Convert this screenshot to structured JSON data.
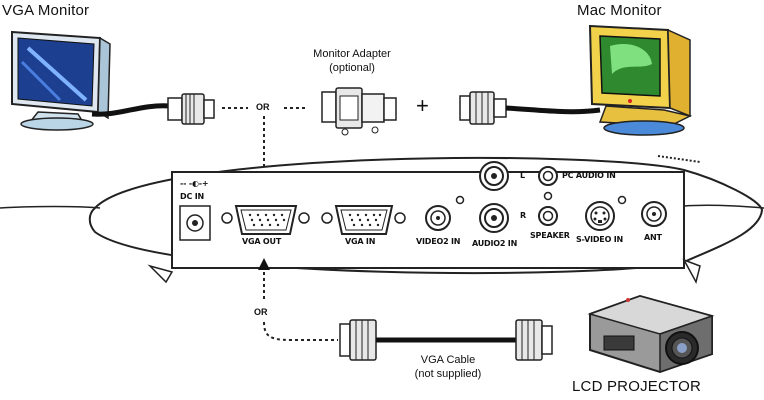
{
  "devices": {
    "vga_monitor": "VGA Monitor",
    "mac_monitor": "Mac Monitor",
    "lcd_projector": "LCD PROJECTOR"
  },
  "adapter": {
    "title": "Monitor Adapter",
    "note": "(optional)"
  },
  "or_top": "OR",
  "or_bottom": "OR",
  "plus": "+",
  "cable": {
    "title": "VGA Cable",
    "note": "(not supplied)"
  },
  "panel_labels": {
    "dc_symbol": "-- -◐-+",
    "dc_in": "DC IN",
    "vga_out": "VGA OUT",
    "vga_in": "VGA IN",
    "video2_in": "VIDEO2 IN",
    "audio2_in": "AUDIO2 IN",
    "l": "L",
    "r": "R",
    "pc_audio_in": "PC AUDIO IN",
    "speaker": "SPEAKER",
    "s_video_in": "S-VIDEO IN",
    "ant": "ANT"
  }
}
